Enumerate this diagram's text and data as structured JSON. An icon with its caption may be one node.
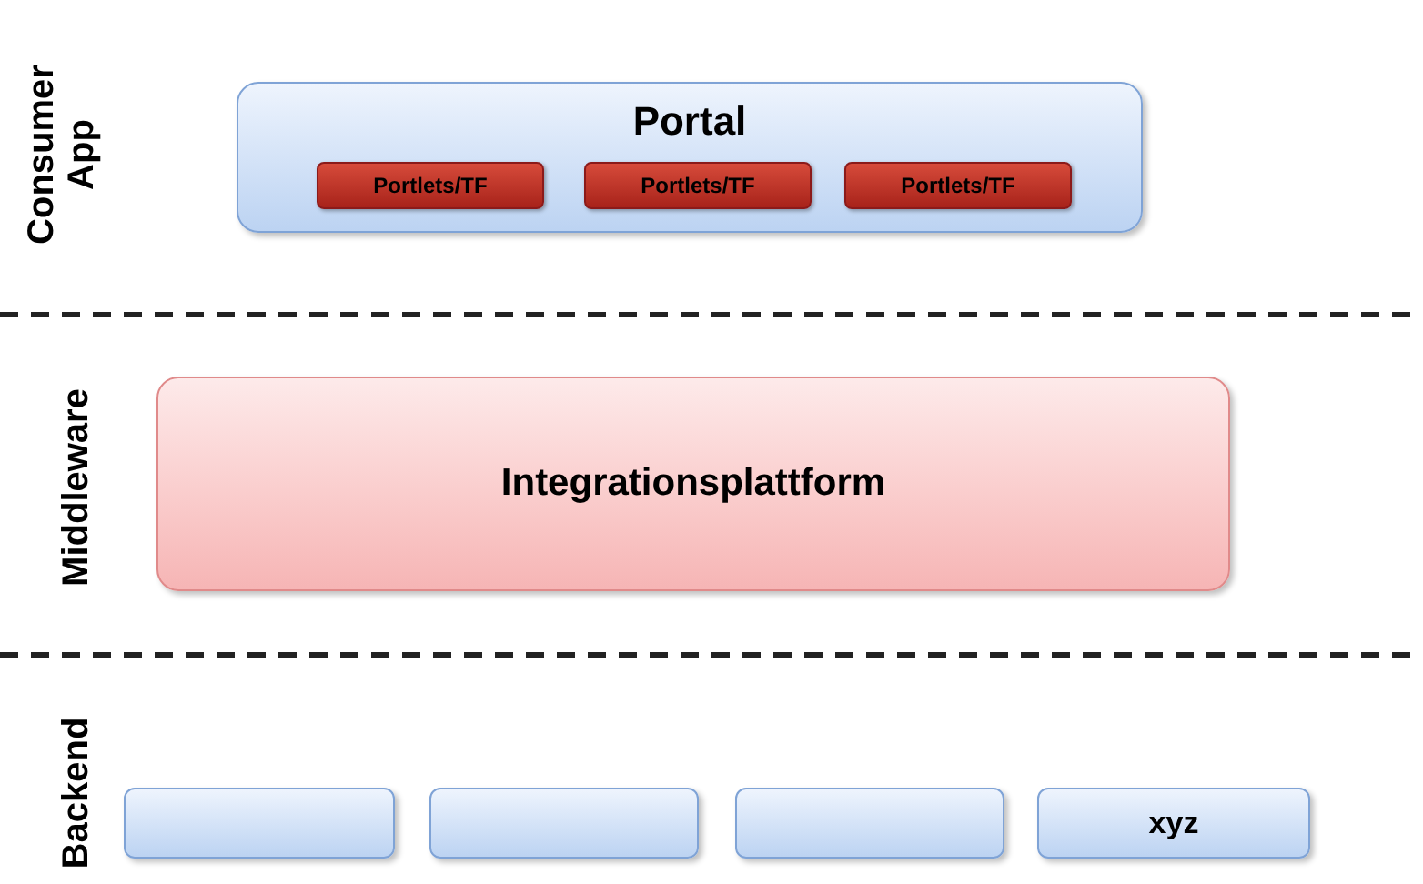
{
  "diagram": {
    "nodes": [
      {
        "text": [
          "Portal"
        ]
      },
      {
        "text": [
          "Portlets/TF"
        ],
        "in": 0
      },
      {
        "text": [
          "Portlets/TF"
        ],
        "in": 0
      },
      {
        "text": [
          "Portlets/TF"
        ],
        "in": 0
      },
      {
        "text": [
          "Integrationsplattform"
        ]
      },
      {
        "text": [],
        "shape": "box"
      },
      {
        "text": [],
        "shape": "box"
      },
      {
        "text": [],
        "shape": "box"
      },
      {
        "text": [
          "xyz"
        ]
      }
    ],
    "labels": [
      "Consumer App",
      "Middleware",
      "Backend"
    ]
  }
}
